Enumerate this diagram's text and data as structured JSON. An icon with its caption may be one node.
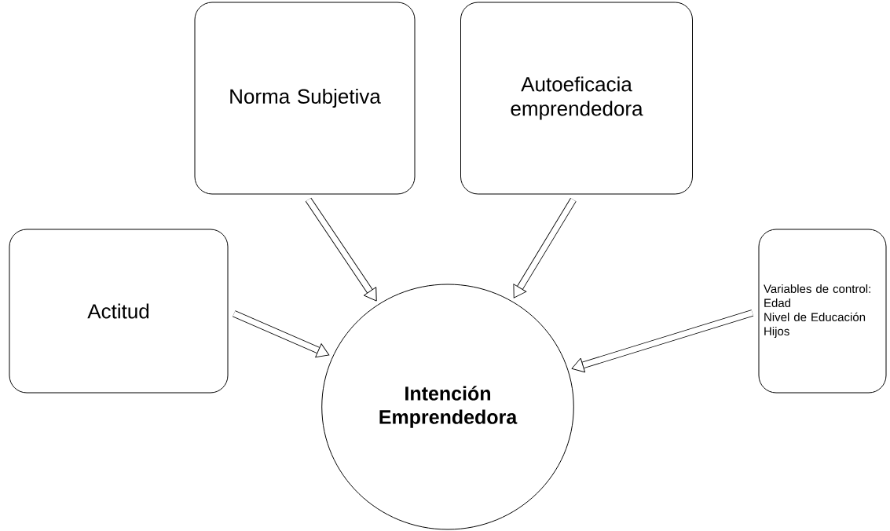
{
  "diagram": {
    "nodes": [
      {
        "text": [
          "Actitud"
        ]
      },
      {
        "text": [
          "Norma Subjetiva"
        ]
      },
      {
        "text": [
          "Autoeficacia emprendedora"
        ]
      },
      {
        "text": [
          "Variables de control:",
          "Edad",
          "Nivel de Educación",
          "Hijos"
        ]
      },
      {
        "text": [
          "Intención Emprendedora"
        ]
      }
    ],
    "edges": [
      {
        "from": 0,
        "to": 4,
        "arrow": "to"
      },
      {
        "from": 1,
        "to": 4,
        "arrow": "to"
      },
      {
        "from": 2,
        "to": 4,
        "arrow": "to"
      },
      {
        "from": 3,
        "to": 4,
        "arrow": "to"
      }
    ]
  }
}
